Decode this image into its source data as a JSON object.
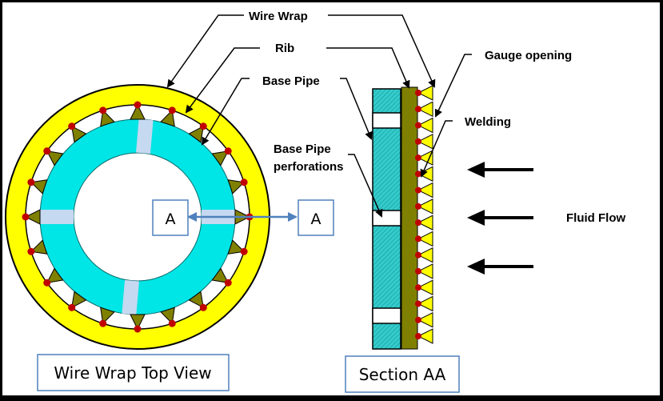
{
  "diagram": {
    "labels": {
      "wire_wrap": "Wire Wrap",
      "rib": "Rib",
      "base_pipe": "Base Pipe",
      "base_pipe_perforations_line1": "Base Pipe",
      "base_pipe_perforations_line2": "perforations",
      "gauge_opening": "Gauge opening",
      "welding": "Welding",
      "fluid_flow": "Fluid Flow"
    },
    "section_markers": [
      "A",
      "A"
    ],
    "captions": {
      "top_view": "Wire Wrap Top View",
      "section": "Section AA"
    },
    "top_view": {
      "rib_count": 20,
      "perforation_count": 4
    },
    "section_view": {
      "wire_count": 16,
      "perforation_count": 3,
      "flow_arrow_count": 3
    },
    "colors": {
      "wire_wrap": "#FFFF00",
      "base_pipe": "#00E5E5",
      "perforation": "#C5D9F1",
      "rib": "#808000",
      "welding": "#C00000",
      "box_border": "#4F81BD",
      "section_pipe": "#33CCCC"
    }
  }
}
